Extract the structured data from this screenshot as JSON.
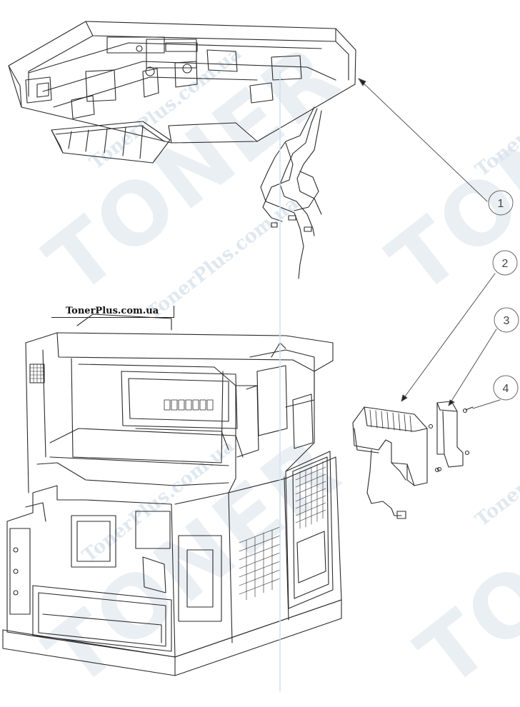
{
  "watermark": {
    "big_text": "TONER",
    "small_text": "TonerPlus.com.ua"
  },
  "source_label": "TonerPlus.com.ua",
  "callouts": [
    {
      "number": "1"
    },
    {
      "number": "2"
    },
    {
      "number": "3"
    },
    {
      "number": "4"
    }
  ],
  "colors": {
    "line": "#2a2a2a",
    "watermark": "#d9e3ec",
    "callout_circle": "#666666"
  }
}
